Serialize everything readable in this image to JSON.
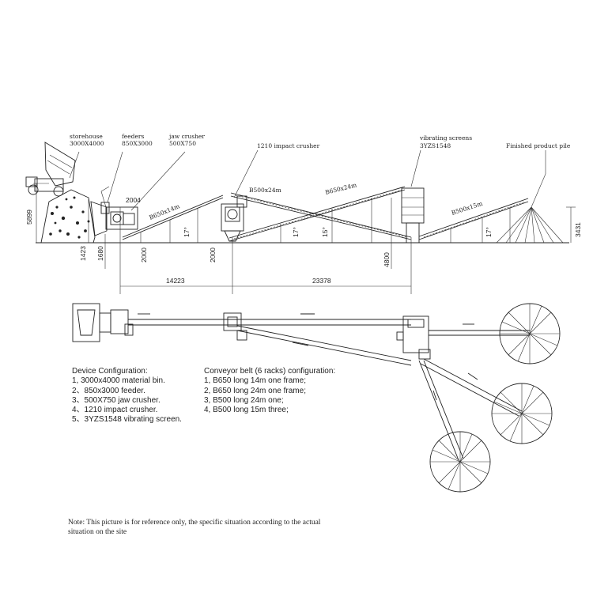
{
  "elevation": {
    "labels": {
      "storehouse": "storehouse",
      "storehouse_size": "3000X4000",
      "feeders": "feeders",
      "feeders_size": "850X3000",
      "jaw_crusher": "jaw crusher",
      "jaw_crusher_size": "500X750",
      "impact_crusher": "1210 impact crusher",
      "vibrating_screens": "vibrating screens",
      "vibrating_screens_model": "3YZS1548",
      "finished_product_pile": "Finished product pile"
    },
    "belts": {
      "b1": "B650x14m",
      "b2": "B500x24m",
      "b3": "B650x24m",
      "b4": "B500x15m"
    },
    "angles": {
      "a1": "17°",
      "a2": "17°",
      "a3": "15°",
      "a4": "17°"
    },
    "dimensions": {
      "h_5899": "5899",
      "h_1423": "1423",
      "h_1680": "1680",
      "h_2000a": "2000",
      "h_2000b": "2000",
      "h_4800": "4800",
      "h_3431": "3431",
      "d_2004": "2004",
      "w_14223": "14223",
      "w_23378": "23378"
    }
  },
  "device_config": {
    "title": "Device Configuration:",
    "items": [
      "1, 3000x4000 material bin.",
      "2、850x3000 feeder.",
      "3、500X750 jaw crusher.",
      "4、1210 impact crusher.",
      "5、3YZS1548 vibrating screen."
    ]
  },
  "conveyor_config": {
    "title": "Conveyor belt (6 racks) configuration:",
    "items": [
      "1, B650 long 14m one frame;",
      "2, B650 long 24m one frame;",
      "3, B500 long 24m one;",
      "4, B500 long 15m three;"
    ]
  },
  "note": "Note: This picture is for reference only, the specific situation according to the actual situation on the site"
}
